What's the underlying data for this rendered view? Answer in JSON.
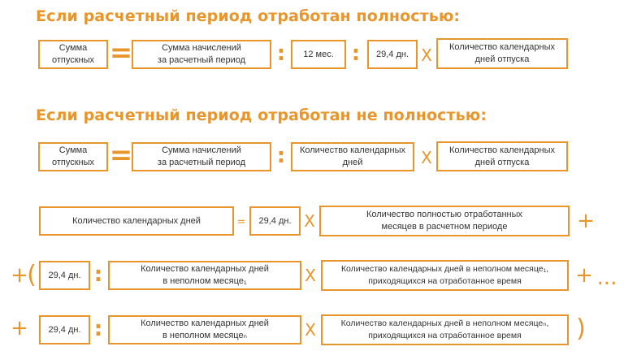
{
  "sections": {
    "full": {
      "heading": "Если расчетный период отработан полностью:",
      "vacation_pay": "Сумма\nотпускных",
      "eq": "=",
      "accruals": "Сумма начислений\nза расчетный период",
      "div1": ":",
      "months": "12 мес.",
      "div2": ":",
      "avg_days": "29,4 дн.",
      "mult": "X",
      "vacation_days": "Количество календарных\nдней отпуска"
    },
    "partial": {
      "heading": "Если расчетный период отработан не полностью:",
      "vacation_pay": "Сумма\nотпускных",
      "eq": "=",
      "accruals": "Сумма начислений\nза расчетный период",
      "div": ":",
      "calendar_days": "Количество календарных\nдней",
      "mult": "X",
      "vacation_days": "Количество календарных\nдней отпуска"
    },
    "calc": {
      "row1": {
        "calendar_days": "Количество календарных дней",
        "eq": "=",
        "avg_days": "29,4 дн.",
        "mult": "X",
        "full_months": "Количество полностью отработанных\nмесяцев в расчетном периоде",
        "plus": "+"
      },
      "row2": {
        "plus": "+",
        "open_paren": "(",
        "avg_days": "29,4 дн.",
        "div": ":",
        "month_days": "Количество календарных дней\nв неполном месяце₁",
        "mult": "X",
        "worked_days": "Количество календарных дней в неполном месяце₁,\nприходящихся на отработанное время",
        "plus_more": "+",
        "ellipsis": "..."
      },
      "row3": {
        "plus": "+",
        "avg_days": "29,4 дн.",
        "div": ":",
        "month_days": "Количество календарных дней\nв неполном месяцеₙ",
        "mult": "X",
        "worked_days": "Количество календарных дней в неполном месяцеₙ,\nприходящихся на отработанное время",
        "close_paren": ")"
      }
    }
  },
  "colors": {
    "accent": "#e8962c",
    "text": "#333333",
    "background": "#ffffff"
  }
}
